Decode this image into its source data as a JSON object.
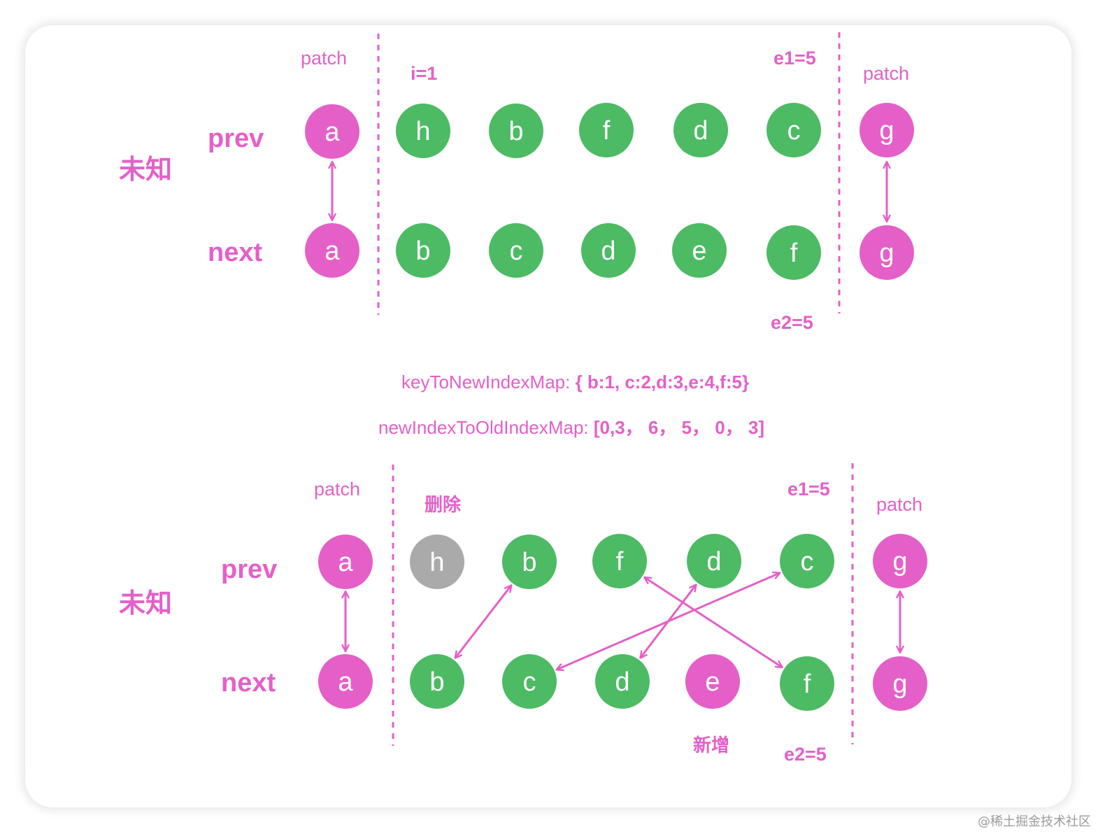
{
  "colors": {
    "accent": "#e460c8",
    "node_green": "#4cbb64",
    "node_pink": "#e460c8",
    "node_gray": "#aaaaaa",
    "watermark": "#9a9a9a"
  },
  "top": {
    "title": "未知",
    "prev_label": "prev",
    "next_label": "next",
    "patch_left": "patch",
    "patch_right": "patch",
    "i_label": "i=1",
    "e1_label": "e1=5",
    "e2_label": "e2=5",
    "prev_nodes": [
      {
        "key": "a",
        "color": "pink"
      },
      {
        "key": "h",
        "color": "green"
      },
      {
        "key": "b",
        "color": "green"
      },
      {
        "key": "f",
        "color": "green"
      },
      {
        "key": "d",
        "color": "green"
      },
      {
        "key": "c",
        "color": "green"
      },
      {
        "key": "g",
        "color": "pink"
      }
    ],
    "next_nodes": [
      {
        "key": "a",
        "color": "pink"
      },
      {
        "key": "b",
        "color": "green"
      },
      {
        "key": "c",
        "color": "green"
      },
      {
        "key": "d",
        "color": "green"
      },
      {
        "key": "e",
        "color": "green"
      },
      {
        "key": "f",
        "color": "green"
      },
      {
        "key": "g",
        "color": "pink"
      }
    ]
  },
  "maps": {
    "key_to_new_label": "keyToNewIndexMap: ",
    "key_to_new_value": "{ b:1, c:2,d:3,e:4,f:5}",
    "new_to_old_label": "newIndexToOldIndexMap: ",
    "new_to_old_value": "[0,3， 6， 5， 0， 3]"
  },
  "bottom": {
    "title": "未知",
    "prev_label": "prev",
    "next_label": "next",
    "patch_left": "patch",
    "patch_right": "patch",
    "delete_label": "删除",
    "add_label": "新增",
    "e1_label": "e1=5",
    "e2_label": "e2=5",
    "prev_nodes": [
      {
        "key": "a",
        "color": "pink"
      },
      {
        "key": "h",
        "color": "gray"
      },
      {
        "key": "b",
        "color": "green"
      },
      {
        "key": "f",
        "color": "green"
      },
      {
        "key": "d",
        "color": "green"
      },
      {
        "key": "c",
        "color": "green"
      },
      {
        "key": "g",
        "color": "pink"
      }
    ],
    "next_nodes": [
      {
        "key": "a",
        "color": "pink"
      },
      {
        "key": "b",
        "color": "green"
      },
      {
        "key": "c",
        "color": "green"
      },
      {
        "key": "d",
        "color": "green"
      },
      {
        "key": "e",
        "color": "pink"
      },
      {
        "key": "f",
        "color": "green"
      },
      {
        "key": "g",
        "color": "pink"
      }
    ],
    "links": [
      {
        "from": "b",
        "to": "b"
      },
      {
        "from": "f",
        "to": "f"
      },
      {
        "from": "d",
        "to": "d"
      },
      {
        "from": "c",
        "to": "c"
      }
    ]
  },
  "watermark": "@稀土掘金技术社区"
}
